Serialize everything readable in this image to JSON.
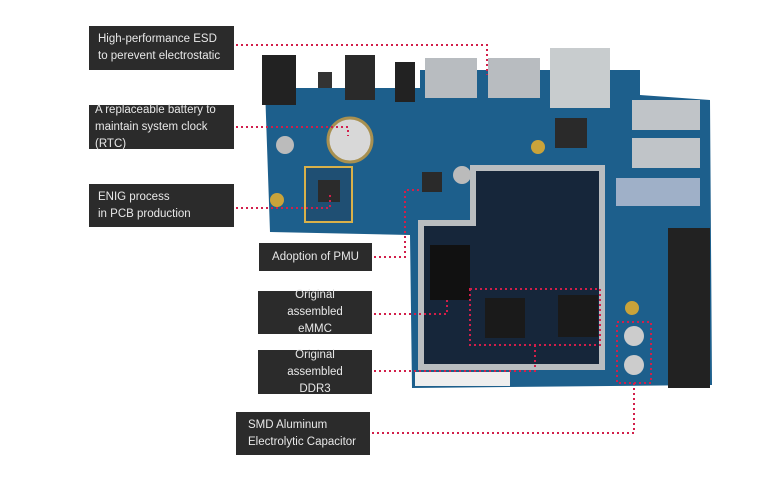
{
  "callouts": [
    {
      "id": "esd",
      "lines": [
        "High-performance ESD",
        "to perevent electrostatic"
      ]
    },
    {
      "id": "battery",
      "lines": [
        "A replaceable battery to",
        "maintain system clock (RTC)"
      ]
    },
    {
      "id": "enig",
      "lines": [
        "ENIG process",
        "in PCB production"
      ]
    },
    {
      "id": "pmu",
      "lines": [
        "Adoption of PMU"
      ]
    },
    {
      "id": "emmc",
      "lines": [
        "Original assembled",
        "eMMC"
      ]
    },
    {
      "id": "ddr3",
      "lines": [
        "Original assembled",
        "DDR3"
      ]
    },
    {
      "id": "smd",
      "lines": [
        "SMD Aluminum",
        "Electrolytic Capacitor"
      ]
    }
  ],
  "colors": {
    "leader": "#d21f4a",
    "board": "#1d5f8c",
    "label_bg": "#2b2b2b",
    "shield": "#1a2a3c"
  }
}
